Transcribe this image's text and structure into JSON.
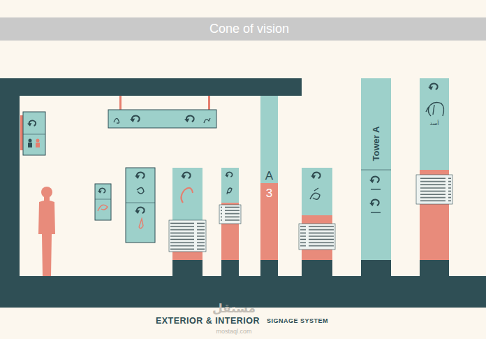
{
  "diagram": {
    "title": "Cone of vision",
    "caption": "EXTERIOR & INTERIOR",
    "nodes": [
      {
        "text": [
          "A",
          "3"
        ]
      },
      {
        "text": [
          "Tower A"
        ]
      },
      {
        "text": [
          "أسد"
        ]
      }
    ],
    "labels": [
      "SIGNAGE SYSTEM",
      "مستقل",
      "mostaql.com"
    ]
  }
}
